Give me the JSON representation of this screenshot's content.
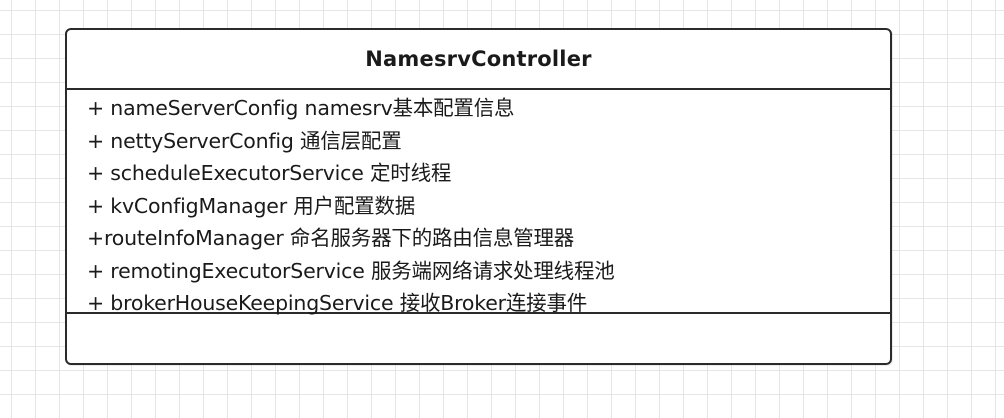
{
  "class": {
    "name": "NamesrvController",
    "attributes": [
      "+ nameServerConfig namesrv基本配置信息",
      "+ nettyServerConfig 通信层配置",
      "+ scheduleExecutorService 定时线程",
      "+ kvConfigManager 用户配置数据",
      "+routeInfoManager 命名服务器下的路由信息管理器",
      "+ remotingExecutorService 服务端网络请求处理线程池",
      "+ brokerHouseKeepingService 接收Broker连接事件"
    ],
    "methods": []
  }
}
